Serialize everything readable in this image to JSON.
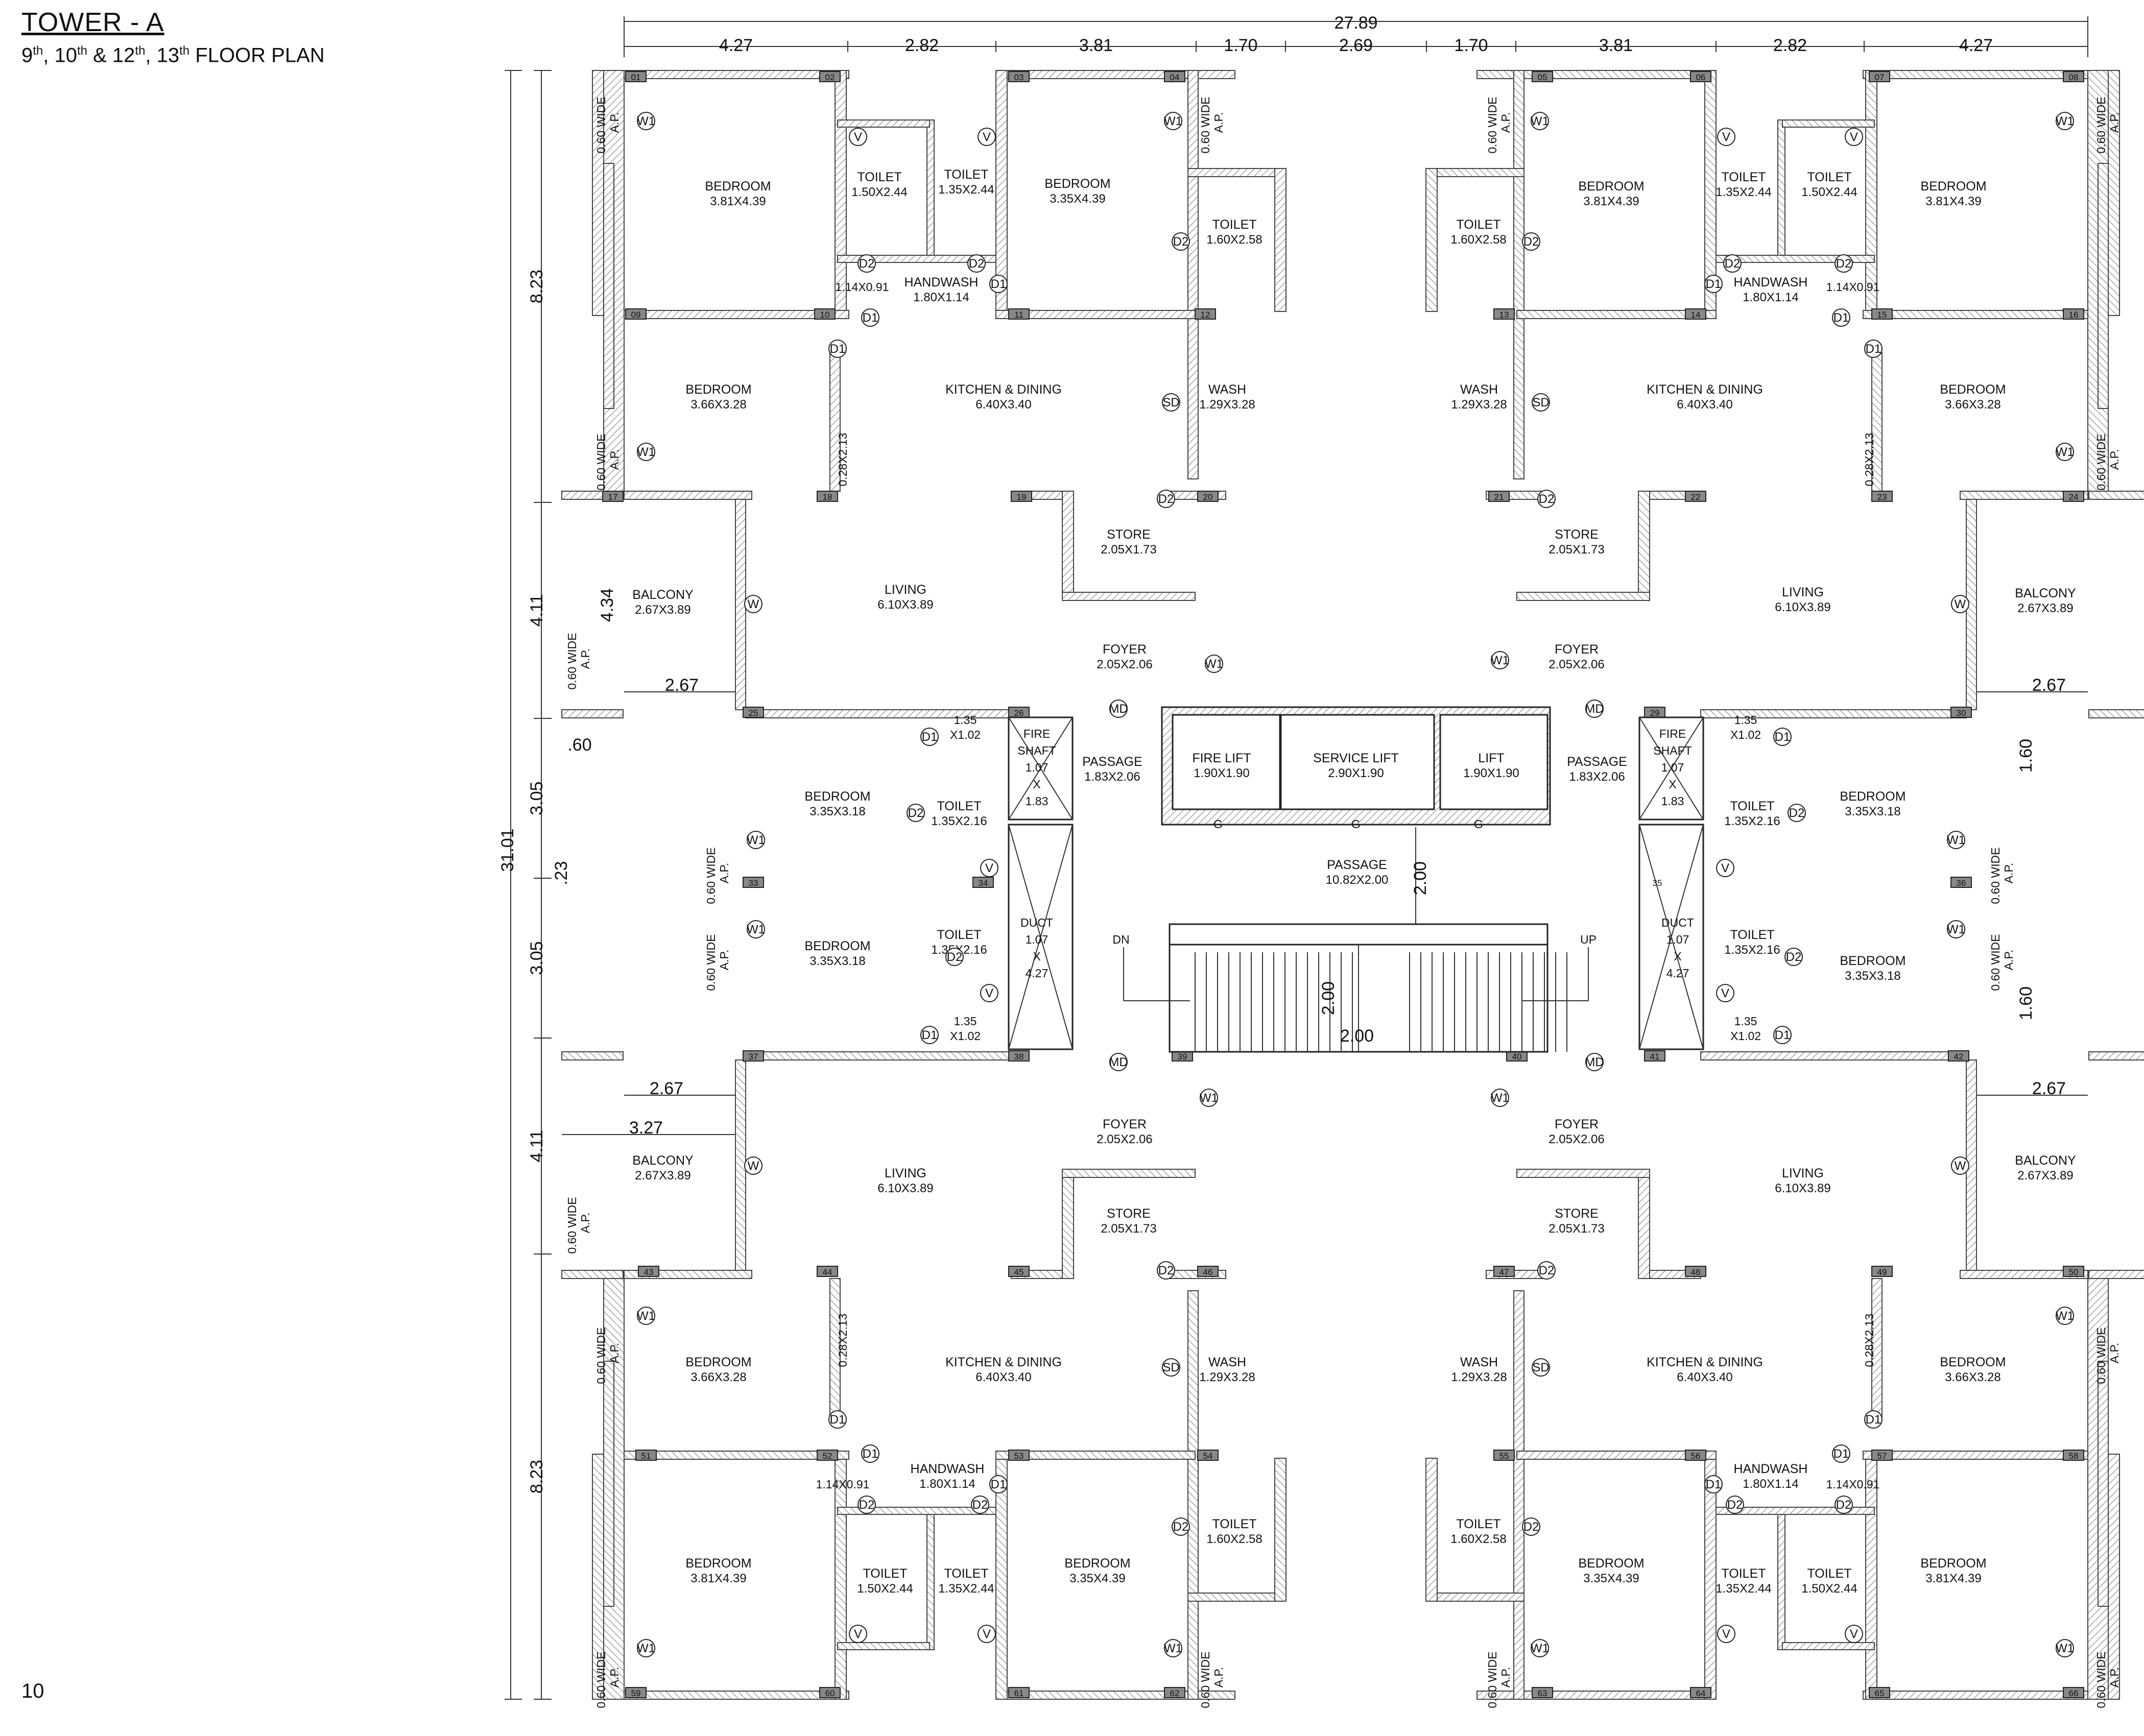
{
  "header": {
    "title": "TOWER - A",
    "sub_parts": [
      "9",
      "th",
      ", 10",
      "th",
      " & 12",
      "th",
      ", 13",
      "th",
      " FLOOR PLAN"
    ]
  },
  "page_number": "10",
  "overall_dimensions": {
    "width_total": "27.89",
    "width_segments": [
      "4.27",
      "2.82",
      "3.81",
      "1.70",
      "2.69",
      "1.70",
      "3.81",
      "2.82",
      "4.27"
    ],
    "height_total": "31.01",
    "height_segments": [
      "8.23",
      "4.11",
      "3.05",
      "3.05",
      "4.11",
      "8.23"
    ]
  },
  "rooms": [
    {
      "name": "BEDROOM",
      "dim": "3.81X4.39"
    },
    {
      "name": "TOILET",
      "dim": "1.50X2.44"
    },
    {
      "name": "TOILET",
      "dim": "1.35X2.44"
    },
    {
      "name": "BEDROOM",
      "dim": "3.35X4.39"
    },
    {
      "name": "TOILET",
      "dim": "1.60X2.58"
    },
    {
      "name": "HANDWASH",
      "dim": "1.80X1.14"
    },
    {
      "name": "BEDROOM",
      "dim": "3.66X3.28"
    },
    {
      "name": "KITCHEN & DINING",
      "dim": "6.40X3.40"
    },
    {
      "name": "WASH",
      "dim": "1.29X3.28"
    },
    {
      "name": "STORE",
      "dim": "2.05X1.73"
    },
    {
      "name": "BALCONY",
      "dim": "2.67X3.89"
    },
    {
      "name": "LIVING",
      "dim": "6.10X3.89"
    },
    {
      "name": "FOYER",
      "dim": "2.05X2.06"
    },
    {
      "name": "BEDROOM",
      "dim": "3.35X3.18"
    },
    {
      "name": "TOILET",
      "dim": "1.35X2.16"
    },
    {
      "name": "PASSAGE",
      "dim": "1.83X2.06"
    },
    {
      "name": "FIRE LIFT",
      "dim": "1.90X1.90"
    },
    {
      "name": "SERVICE LIFT",
      "dim": "2.90X1.90"
    },
    {
      "name": "LIFT",
      "dim": "1.90X1.90"
    },
    {
      "name": "PASSAGE",
      "dim": "10.82X2.00"
    }
  ],
  "labels": {
    "fire_shaft": [
      "FIRE",
      "SHAFT",
      "1.07",
      "X",
      "1.83"
    ],
    "duct": [
      "DUCT",
      "1.07",
      "X",
      "4.27"
    ],
    "ap_top": "0.60 WIDE",
    "ap_bottom": "A.P.",
    "small_area": "1.14X0.91",
    "side_gap": "0.28X2.13",
    "flat_area_top": "1.35",
    "flat_area_bottom": "X1.02",
    "stair_dn": "DN",
    "stair_up": "UP",
    "lift_door": "G",
    "door_main": "MD",
    "door_sliding": "SD",
    "window_w1": "W1",
    "window_w": "W",
    "vent": "V",
    "door_d1": "D1",
    "door_d2": "D2",
    "dim_267": "2.67",
    "dim_434": "4.34",
    "dim_327": "3.27",
    "dim_160": "1.60",
    "dim_200": "2.00",
    "dim_060": ".60",
    "dim_023": ".23"
  }
}
